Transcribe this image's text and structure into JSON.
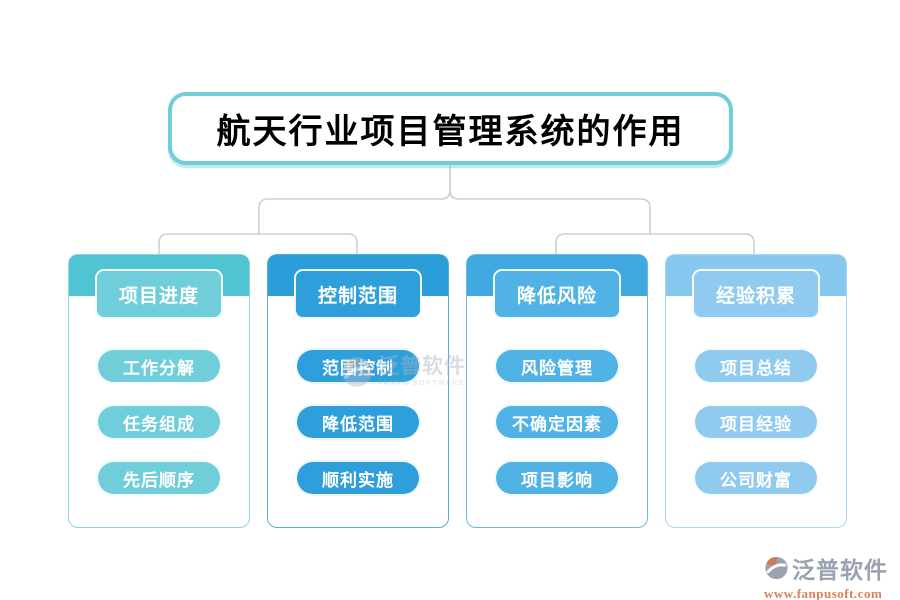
{
  "title": "航天行业项目管理系统的作用",
  "columns": [
    {
      "header": "项目进度",
      "items": [
        "工作分解",
        "任务组成",
        "先后顺序"
      ],
      "colors": {
        "main": "#6FCEDA",
        "band": "#50C4D3",
        "border": "#8BD6DF"
      }
    },
    {
      "header": "控制范围",
      "items": [
        "范围控制",
        "降低范围",
        "顺利实施"
      ],
      "colors": {
        "main": "#2E9FDB",
        "band": "#2B9DD8",
        "border": "#58ACDE"
      }
    },
    {
      "header": "降低风险",
      "items": [
        "风险管理",
        "不确定因素",
        "项目影响"
      ],
      "colors": {
        "main": "#50B2E5",
        "band": "#40AAE0",
        "border": "#6AB8E6"
      }
    },
    {
      "header": "经验积累",
      "items": [
        "项目总结",
        "项目经验",
        "公司财富"
      ],
      "colors": {
        "main": "#90CBEF",
        "band": "#86C8EE",
        "border": "#A9D7F3"
      }
    }
  ],
  "watermark_center": {
    "brand": "泛普软件",
    "subtitle": "FANPU SOFTWARE"
  },
  "watermark_footer": {
    "brand": "泛普软件",
    "url": "www.fanpusoft.com"
  },
  "colors": {
    "title_border": "#6FCEDA",
    "title_text": "#000000",
    "connector": "#C8D0DA",
    "watermark_gray": "#99A2B0",
    "watermark_orange": "#DD7E5E"
  }
}
